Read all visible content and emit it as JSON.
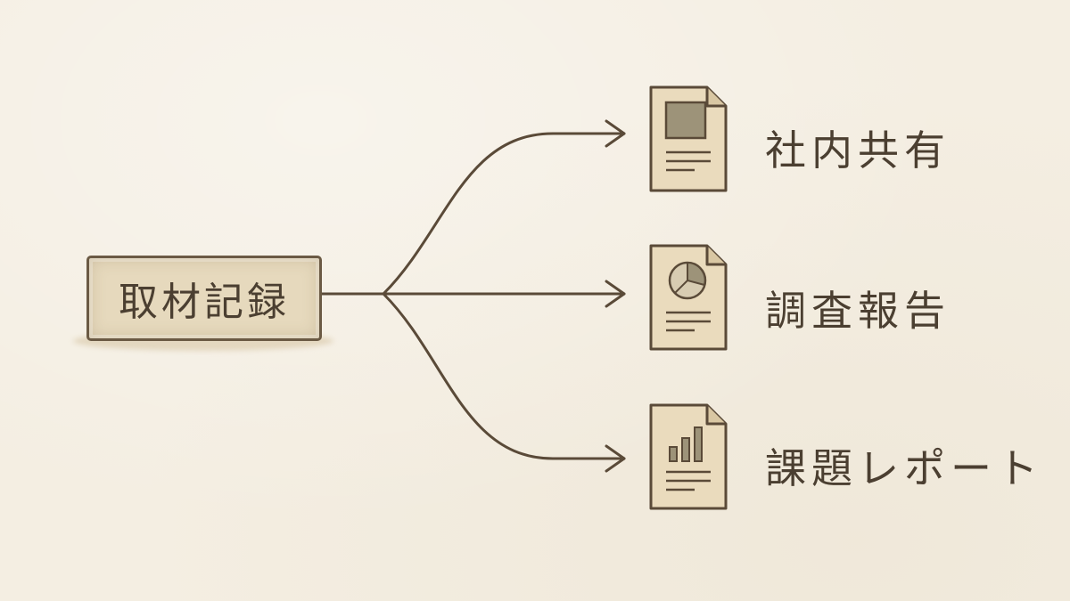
{
  "source": {
    "label": "取材記録"
  },
  "outputs": [
    {
      "label": "社内共有",
      "icon": "document-image-icon"
    },
    {
      "label": "調査報告",
      "icon": "document-pie-chart-icon"
    },
    {
      "label": "課題レポート",
      "icon": "document-bar-chart-icon"
    }
  ],
  "colors": {
    "background": "#f4eee2",
    "ink": "#5a4a38",
    "paper": "#eadbbd",
    "box_fill": "#e6d9bd"
  }
}
